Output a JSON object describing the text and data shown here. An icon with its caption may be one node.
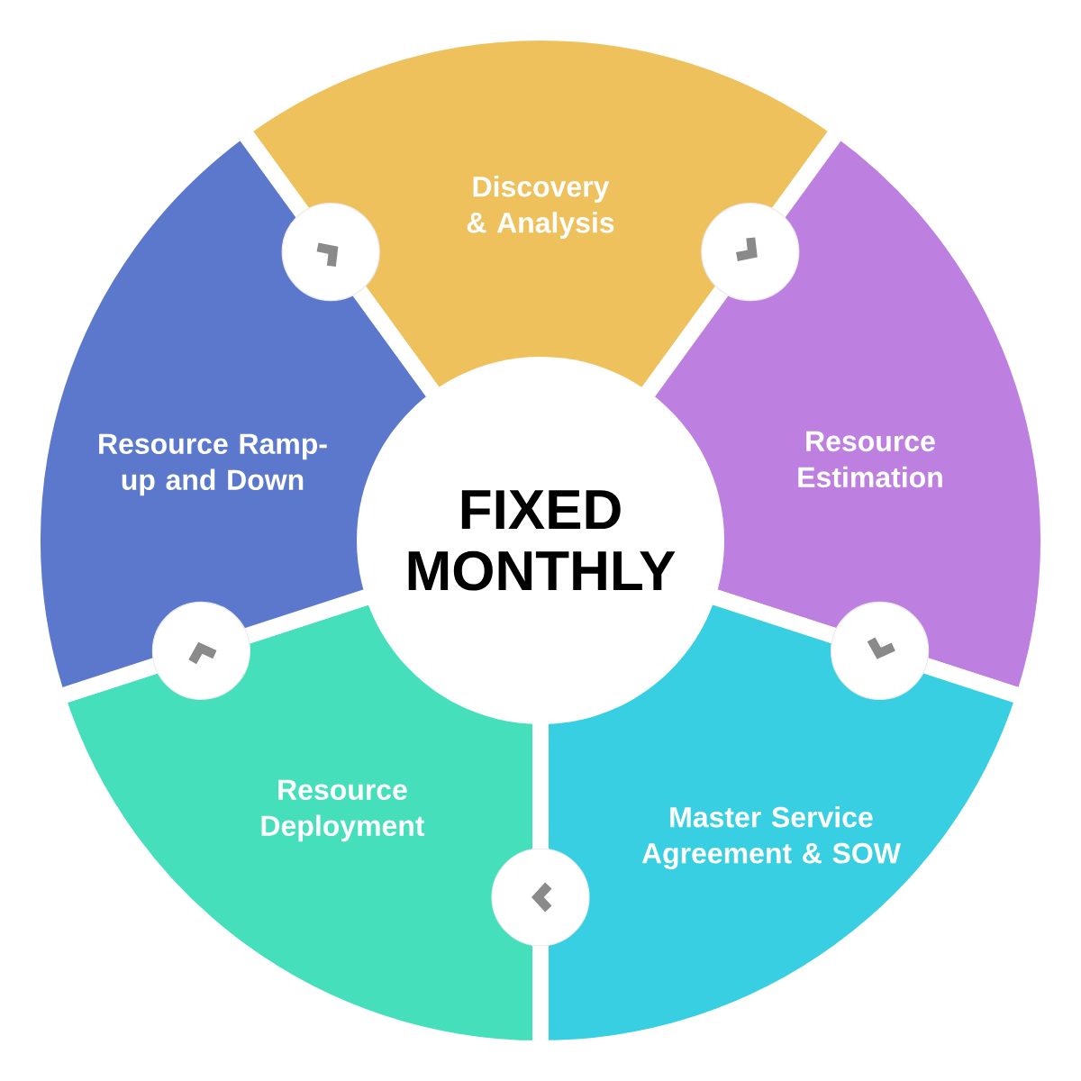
{
  "diagram": {
    "nodes": [
      {
        "text": [
          "Discovery & Analysis"
        ]
      },
      {
        "text": [
          "Resource Estimation"
        ]
      },
      {
        "text": [
          "Master Service Agreement & SOW"
        ]
      },
      {
        "text": [
          "Resource Deployment"
        ]
      },
      {
        "text": [
          "Resource Ramp-up and Down"
        ]
      },
      {
        "text": [
          "FIXED MONTHLY"
        ]
      }
    ],
    "edges": [
      {
        "from": 0,
        "to": 1,
        "arrow": "to"
      },
      {
        "from": 1,
        "to": 2,
        "arrow": "to"
      },
      {
        "from": 2,
        "to": 3,
        "arrow": "to"
      },
      {
        "from": 3,
        "to": 4,
        "arrow": "to"
      },
      {
        "from": 4,
        "to": 0,
        "arrow": "to"
      }
    ]
  }
}
